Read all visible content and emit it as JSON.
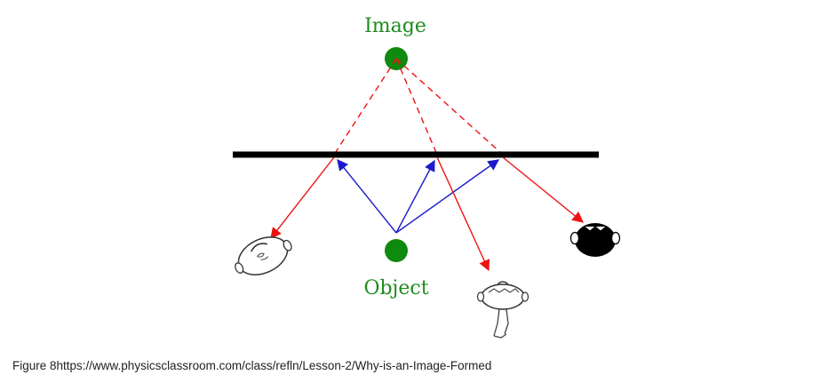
{
  "diagram": {
    "image_label": "Image",
    "object_label": "Object",
    "colors": {
      "mirror": "#000000",
      "incident_ray": "#1a1acc",
      "reflected_ray": "#ee1111",
      "point": "#0e8a0e",
      "label": "#1e8c1e"
    },
    "observers": [
      {
        "name": "left-observer",
        "style": "outline"
      },
      {
        "name": "middle-observer",
        "style": "outline"
      },
      {
        "name": "right-observer",
        "style": "filled"
      }
    ]
  },
  "caption": "Figure 8https://www.physicsclassroom.com/class/refln/Lesson-2/Why-is-an-Image-Formed"
}
